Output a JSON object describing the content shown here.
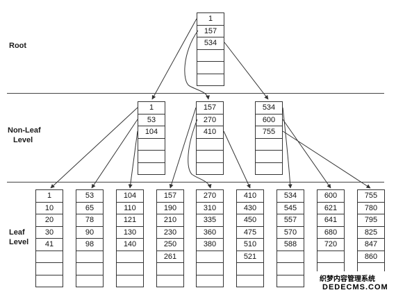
{
  "labels": {
    "root": "Root",
    "nonleaf_line1": "Non-Leaf",
    "nonleaf_line2": "Level",
    "leaf_line1": "Leaf",
    "leaf_line2": "Level"
  },
  "root": {
    "keys": [
      "1",
      "157",
      "534"
    ],
    "slots": 6
  },
  "nonleaf": [
    {
      "keys": [
        "1",
        "53",
        "104"
      ],
      "slots": 6
    },
    {
      "keys": [
        "157",
        "270",
        "410"
      ],
      "slots": 6
    },
    {
      "keys": [
        "534",
        "600",
        "755"
      ],
      "slots": 6
    }
  ],
  "leaves": [
    {
      "keys": [
        "1",
        "10",
        "20",
        "30",
        "41"
      ],
      "slots": 8
    },
    {
      "keys": [
        "53",
        "65",
        "78",
        "90",
        "98"
      ],
      "slots": 8
    },
    {
      "keys": [
        "104",
        "110",
        "121",
        "130",
        "140"
      ],
      "slots": 8
    },
    {
      "keys": [
        "157",
        "190",
        "210",
        "230",
        "250",
        "261"
      ],
      "slots": 8
    },
    {
      "keys": [
        "270",
        "310",
        "335",
        "360",
        "380"
      ],
      "slots": 8
    },
    {
      "keys": [
        "410",
        "430",
        "450",
        "475",
        "510",
        "521"
      ],
      "slots": 8
    },
    {
      "keys": [
        "534",
        "545",
        "557",
        "570",
        "588"
      ],
      "slots": 8
    },
    {
      "keys": [
        "600",
        "621",
        "641",
        "680",
        "720"
      ],
      "slots": 8
    },
    {
      "keys": [
        "755",
        "780",
        "795",
        "825",
        "847",
        "860"
      ],
      "slots": 8
    }
  ],
  "watermark": {
    "line1": "织梦内容管理系统",
    "line2": "DEDECMS.COM"
  },
  "colors": {
    "line": "#333333",
    "text": "#111111"
  }
}
